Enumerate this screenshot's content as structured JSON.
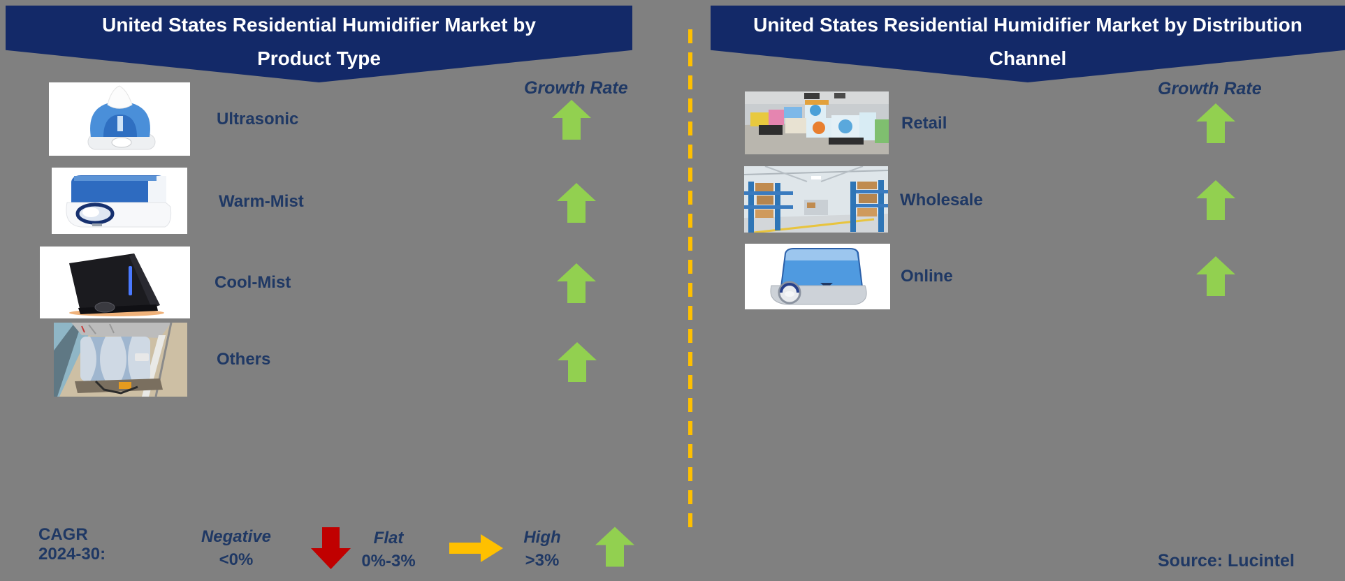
{
  "colors": {
    "background": "#808080",
    "banner_navy": "#132968",
    "text_navy": "#1f3864",
    "banner_text": "#ffffff",
    "growth_green": "#92d050",
    "negative_red": "#c00000",
    "flat_amber": "#ffc000",
    "divider_amber": "#ffc000"
  },
  "left_panel": {
    "title_line1": "United States Residential Humidifier Market by",
    "title_line2": "Product Type",
    "growth_rate_label": "Growth Rate",
    "rows": [
      {
        "label": "Ultrasonic",
        "image": "ultrasonic-humidifier-product-photo",
        "growth": "high",
        "icon": "up-arrow-icon"
      },
      {
        "label": "Warm-Mist",
        "image": "warm-mist-humidifier-product-photo",
        "growth": "high",
        "icon": "up-arrow-icon"
      },
      {
        "label": "Cool-Mist",
        "image": "cool-mist-humidifier-product-photo",
        "growth": "high",
        "icon": "up-arrow-icon"
      },
      {
        "label": "Others",
        "image": "whole-house-duct-humidifier-photo",
        "growth": "high",
        "icon": "up-arrow-icon"
      }
    ]
  },
  "right_panel": {
    "title_line1": "United States Residential Humidifier Market by Distribution",
    "title_line2": "Channel",
    "growth_rate_label": "Growth Rate",
    "rows": [
      {
        "label": "Retail",
        "image": "retail-store-aisle-photo",
        "growth": "high",
        "icon": "up-arrow-icon"
      },
      {
        "label": "Wholesale",
        "image": "wholesale-warehouse-photo",
        "growth": "high",
        "icon": "up-arrow-icon"
      },
      {
        "label": "Online",
        "image": "online-channel-humidifier-photo",
        "growth": "high",
        "icon": "up-arrow-icon"
      }
    ]
  },
  "legend": {
    "title_line1": "CAGR",
    "title_line2": "2024-30:",
    "items": [
      {
        "label": "Negative",
        "range": "<0%",
        "icon": "down-arrow-icon",
        "color": "#c00000"
      },
      {
        "label": "Flat",
        "range": "0%-3%",
        "icon": "right-arrow-icon",
        "color": "#ffc000"
      },
      {
        "label": "High",
        "range": ">3%",
        "icon": "up-arrow-icon",
        "color": "#92d050"
      }
    ]
  },
  "source_label": "Source: Lucintel"
}
